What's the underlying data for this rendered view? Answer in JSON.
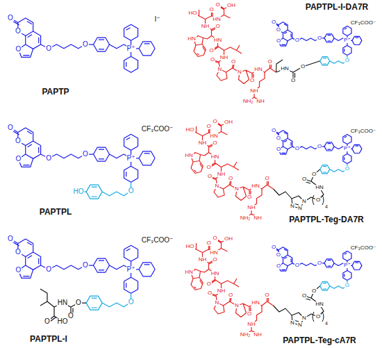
{
  "diagram": {
    "labels": [
      "O",
      "O",
      "O",
      "O",
      "O",
      "P⁺",
      "I⁻",
      "PAPTP",
      "O",
      "O",
      "O",
      "O",
      "O",
      "P⁺",
      "CF₃COO⁻",
      "O",
      "HO",
      "PAPTPL",
      "O",
      "O",
      "O",
      "O",
      "O",
      "P⁺",
      "CF₃COO⁻",
      "O",
      "O",
      "O",
      "HN",
      "HO",
      "O",
      "PAPTPL-I",
      "O",
      "O",
      "O",
      "O",
      "O",
      "P⁺",
      "CF₃COO⁻",
      "O",
      "HN",
      "O",
      "O",
      "O",
      "OH",
      "HN",
      "O",
      "HO",
      "NH",
      "O",
      "HN",
      "HN",
      "O",
      "NH",
      "O",
      "N",
      "O",
      "N",
      "O",
      "HN",
      "NH",
      "NH₂",
      "NH",
      "O",
      "PAPTPL-I-DA7R",
      "O",
      "O",
      "O",
      "O",
      "O",
      "P⁺",
      "CF₃COO⁻",
      "O",
      "O",
      "O",
      "HN",
      "O",
      "4",
      "N",
      "N",
      "N",
      "O",
      "OH",
      "HN",
      "O",
      "HO",
      "NH",
      "O",
      "HN",
      "HN",
      "O",
      "NH",
      "O",
      "N",
      "O",
      "N",
      "O",
      "HN",
      "NH",
      "NH₂",
      "NH",
      "O",
      "PAPTPL-Teg-DA7R",
      "O",
      "O",
      "O",
      "O",
      "O",
      "P⁺",
      "CF₃COO⁻",
      "O",
      "O",
      "O",
      "HN",
      "O",
      "4",
      "N",
      "N",
      "N",
      "O",
      "OH",
      "HN",
      "O",
      "HO",
      "NH",
      "O",
      "HN",
      "HN",
      "O",
      "NH",
      "O",
      "N",
      "O",
      "N",
      "O",
      "HN",
      "NH",
      "NH₂",
      "NH",
      "O",
      "PAPTPL-Teg-cA7R"
    ]
  }
}
